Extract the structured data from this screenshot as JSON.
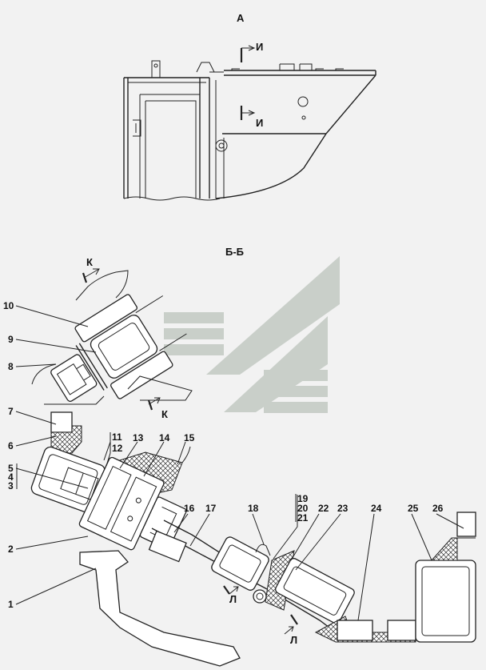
{
  "views": {
    "view_a_title": "А",
    "section_bb_title": "Б-Б"
  },
  "section_marks": {
    "i_top": "И",
    "i_bottom": "И",
    "k_top": "К",
    "k_bottom": "К",
    "l_left": "Л",
    "l_right": "Л"
  },
  "callouts": [
    "1",
    "2",
    "3",
    "4",
    "5",
    "6",
    "7",
    "8",
    "9",
    "10",
    "11",
    "12",
    "13",
    "14",
    "15",
    "16",
    "17",
    "18",
    "19",
    "20",
    "21",
    "22",
    "23",
    "24",
    "25",
    "26"
  ],
  "colors": {
    "background": "#f2f2f2",
    "line": "#222222",
    "watermark": "#c9cfc9"
  }
}
